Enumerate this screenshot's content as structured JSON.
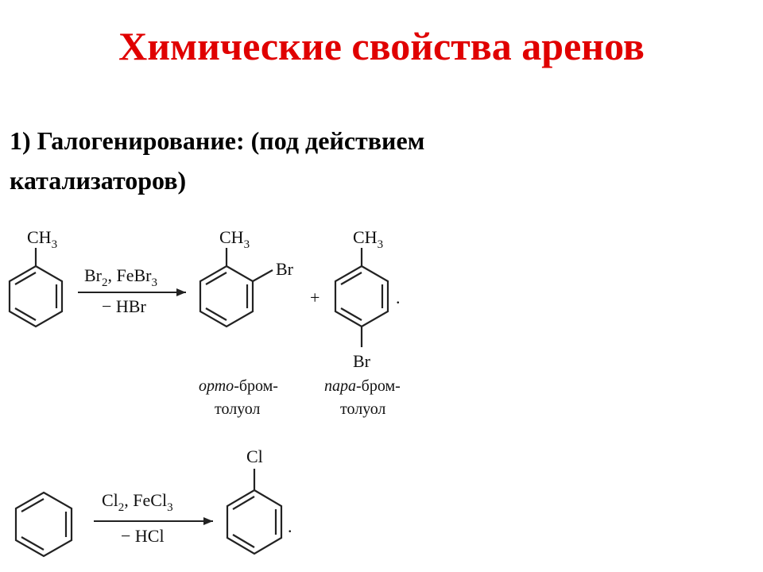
{
  "title": "Химические свойства аренов",
  "section": {
    "line1": "1) Галогенирование: (под действием",
    "line2": "катализаторов)"
  },
  "reaction1": {
    "reactant_sub": "CH",
    "reactant_sub_idx": "3",
    "reagent_top_a": "Br",
    "reagent_top_a_idx": "2",
    "reagent_top_b": ", FeBr",
    "reagent_top_b_idx": "3",
    "reagent_bottom": "− HBr",
    "product1_sub": "CH",
    "product1_sub_idx": "3",
    "product1_br": "Br",
    "plus": "+",
    "product2_sub": "CH",
    "product2_sub_idx": "3",
    "product2_br": "Br",
    "end_dot": ".",
    "product1_caption_prefix": "орто",
    "product1_caption_rest": "-бром-",
    "product1_caption_line2": "толуол",
    "product2_caption_prefix": "пара",
    "product2_caption_rest": "-бром-",
    "product2_caption_line2": "толуол"
  },
  "reaction2": {
    "reagent_top_a": "Cl",
    "reagent_top_a_idx": "2",
    "reagent_top_b": ", FeCl",
    "reagent_top_b_idx": "3",
    "reagent_bottom": "− HCl",
    "product_sub": "Cl",
    "end_dot": "."
  },
  "colors": {
    "title": "#e00000",
    "text": "#000000",
    "background": "#ffffff"
  }
}
